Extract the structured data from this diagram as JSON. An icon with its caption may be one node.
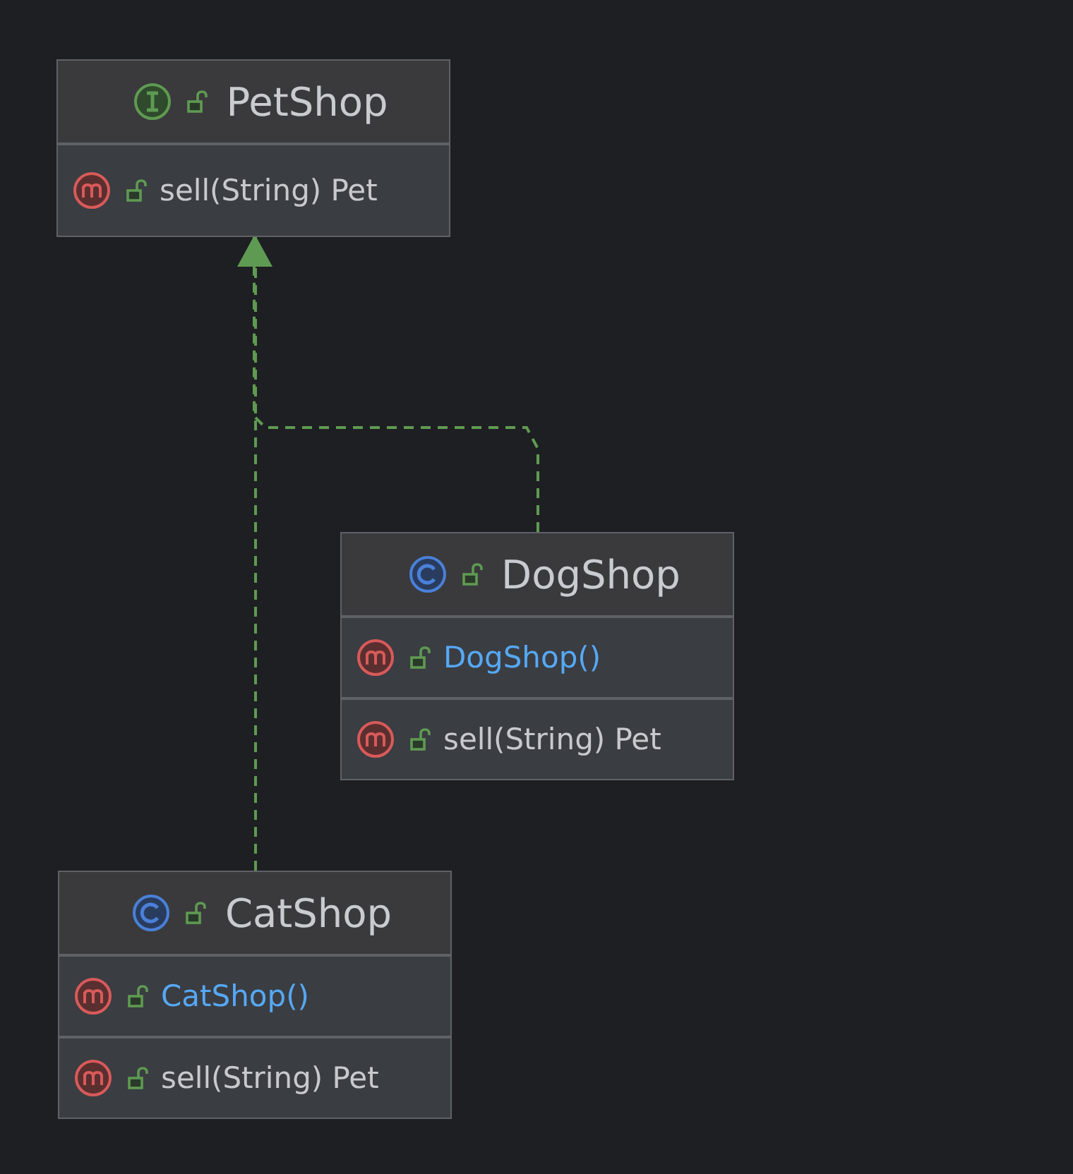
{
  "diagram": {
    "nodes": [
      {
        "text": [
          "PetShop",
          "sell(String) Pet"
        ]
      },
      {
        "text": [
          "DogShop",
          "DogShop()",
          "sell(String) Pet"
        ]
      },
      {
        "text": [
          "CatShop",
          "CatShop()",
          "sell(String) Pet"
        ]
      }
    ],
    "edges": [
      {
        "from": 1,
        "to": 0,
        "arrow": "to",
        "style": "dashed"
      },
      {
        "from": 2,
        "to": 0,
        "arrow": "to",
        "style": "dashed"
      }
    ]
  }
}
